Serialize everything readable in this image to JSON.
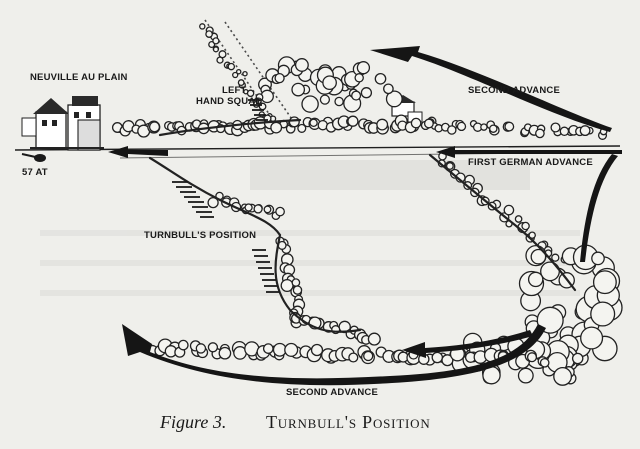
{
  "labels": {
    "town": "NEUVILLE AU PLAIN",
    "at_gun": "57 AT",
    "left_squad_line1": "LEFT",
    "left_squad_line2": "HAND SQUAD",
    "second_advance_top": "SECOND ADVANCE",
    "first_german_advance": "FIRST GERMAN ADVANCE",
    "turnbull_position": "TURNBULL'S POSITION",
    "second_advance_bottom": "SECOND ADVANCE"
  },
  "caption": {
    "figure": "Figure 3.",
    "title": "Turnbull's Position"
  },
  "colors": {
    "ink": "#1f1f1f",
    "paper": "#efefeb"
  }
}
